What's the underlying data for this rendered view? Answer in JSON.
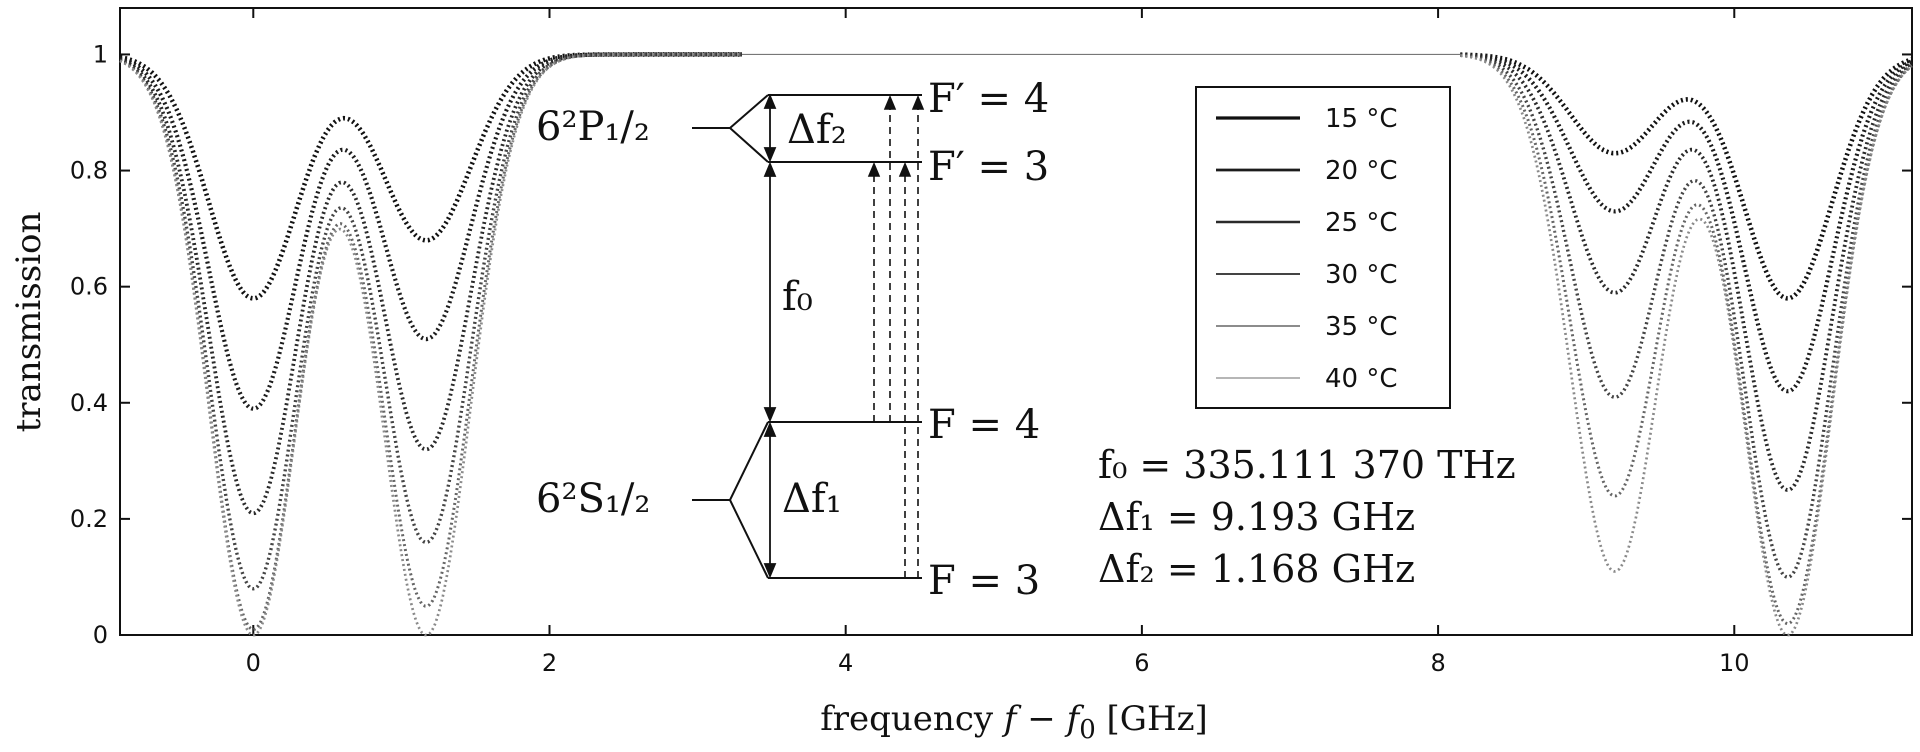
{
  "chart_data": {
    "type": "line",
    "xlabel": "frequency f − f0 [GHz]",
    "ylabel": "transmission",
    "xlim": [
      -0.9,
      11.2
    ],
    "ylim": [
      0,
      1.08
    ],
    "xticks": [
      0,
      2,
      4,
      6,
      8,
      10
    ],
    "yticks": [
      0,
      0.2,
      0.4,
      0.6,
      0.8,
      1
    ],
    "ytick_labels": [
      "0",
      "0.2",
      "0.4",
      "0.6",
      "0.8",
      "1"
    ],
    "grid": false,
    "legend_position": "upper-right",
    "line_centers_ghz": [
      0,
      1.168,
      9.193,
      10.361
    ],
    "series": [
      {
        "name": "15 °C",
        "min_transmission": [
          0.58,
          0.68,
          0.83,
          0.58
        ],
        "color": "#111111",
        "width": 3.2
      },
      {
        "name": "20 °C",
        "min_transmission": [
          0.39,
          0.51,
          0.73,
          0.42
        ],
        "color": "#1c1c1c",
        "width": 2.8
      },
      {
        "name": "25 °C",
        "min_transmission": [
          0.21,
          0.32,
          0.59,
          0.25
        ],
        "color": "#2a2a2a",
        "width": 2.4
      },
      {
        "name": "30 °C",
        "min_transmission": [
          0.08,
          0.16,
          0.41,
          0.1
        ],
        "color": "#444444",
        "width": 2.0
      },
      {
        "name": "35 °C",
        "min_transmission": [
          0.01,
          0.05,
          0.24,
          0.02
        ],
        "color": "#666666",
        "width": 1.6
      },
      {
        "name": "40 °C",
        "min_transmission": [
          0.0,
          0.0,
          0.11,
          0.0
        ],
        "color": "#8a8a8a",
        "width": 1.3
      }
    ],
    "level_diagram": {
      "upper_state": "6²P₁/₂",
      "lower_state": "6²S₁/₂",
      "upper_levels": [
        "F′ = 4",
        "F′ = 3"
      ],
      "lower_levels": [
        "F = 4",
        "F = 3"
      ],
      "gap_upper": "Δf₂",
      "gap_main": "f₀",
      "gap_lower": "Δf₁"
    },
    "annotations": [
      "f₀ = 335.111 370 THz",
      "Δf₁ = 9.193 GHz",
      "Δf₂ = 1.168 GHz"
    ]
  }
}
